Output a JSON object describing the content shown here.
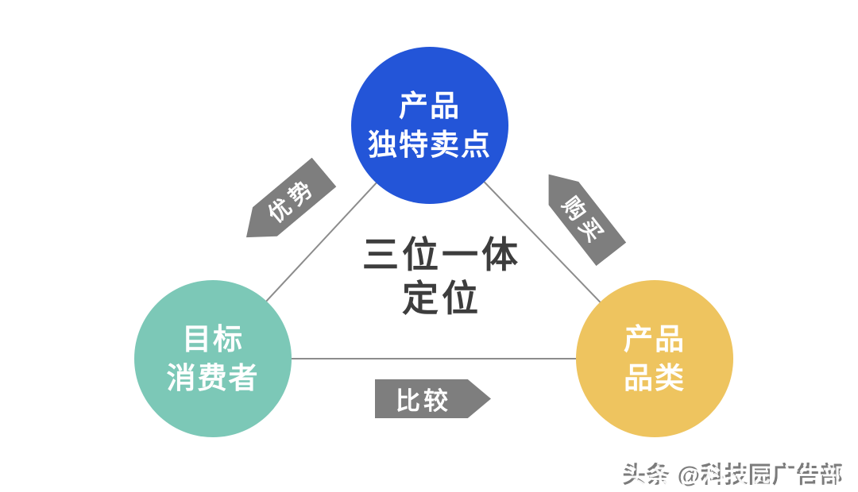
{
  "title": {
    "line1": "三位一体",
    "line2": "定位",
    "color": "#3d3d3d"
  },
  "nodes": {
    "top": {
      "line1": "产品",
      "line2": "独特卖点",
      "color": "#2355d8"
    },
    "left": {
      "line1": "目标",
      "line2": "消费者",
      "color": "#7cc8b7"
    },
    "right": {
      "line1": "产品",
      "line2": "品类",
      "color": "#eec45f"
    }
  },
  "edges": {
    "line_color": "#8c8c8c",
    "arrow_color": "#7e7e7e",
    "labels": {
      "top_left": "优势",
      "top_right": "购买",
      "bottom": "比较"
    }
  },
  "watermark": {
    "text": "头条 @科技园广告部"
  }
}
